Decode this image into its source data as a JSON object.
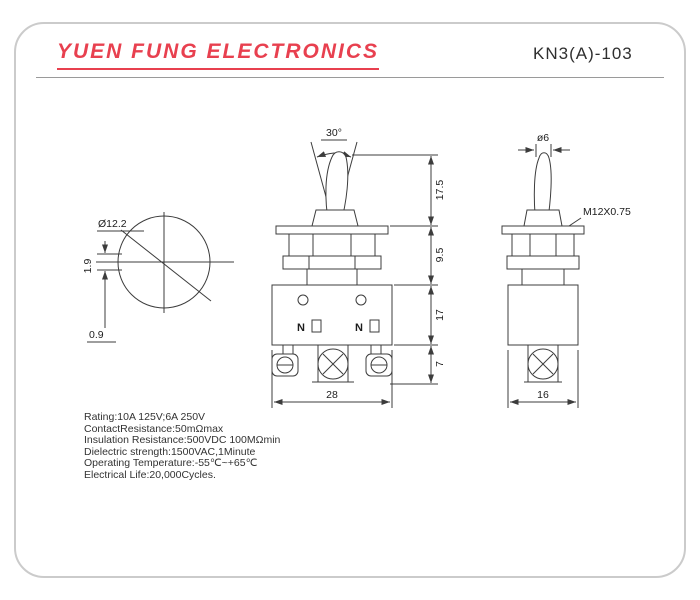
{
  "header": {
    "brand": "YUEN FUNG ELECTRONICS",
    "model": "KN3(A)-103"
  },
  "top_view": {
    "diameter": "Ø12.2",
    "dim_key_height": "1.9",
    "dim_key_offset": "0.9"
  },
  "front_view": {
    "angle": "30°",
    "dim_lever": "17.5",
    "dim_bushing": "9.5",
    "dim_body": "17",
    "dim_terminals": "7",
    "dim_width": "28",
    "pole_left": "N",
    "pole_right": "N"
  },
  "side_view": {
    "lever_diameter": "ø6",
    "thread": "M12X0.75",
    "dim_width": "16"
  },
  "specs": [
    "Rating:10A 125V;6A 250V",
    "ContactResistance:50mΩmax",
    "Insulation Resistance:500VDC 100MΩmin",
    "Dielectric strength:1500VAC,1Minute",
    "Operating Temperature:-55℃~+65℃",
    "Electrical Life:20,000Cycles."
  ]
}
